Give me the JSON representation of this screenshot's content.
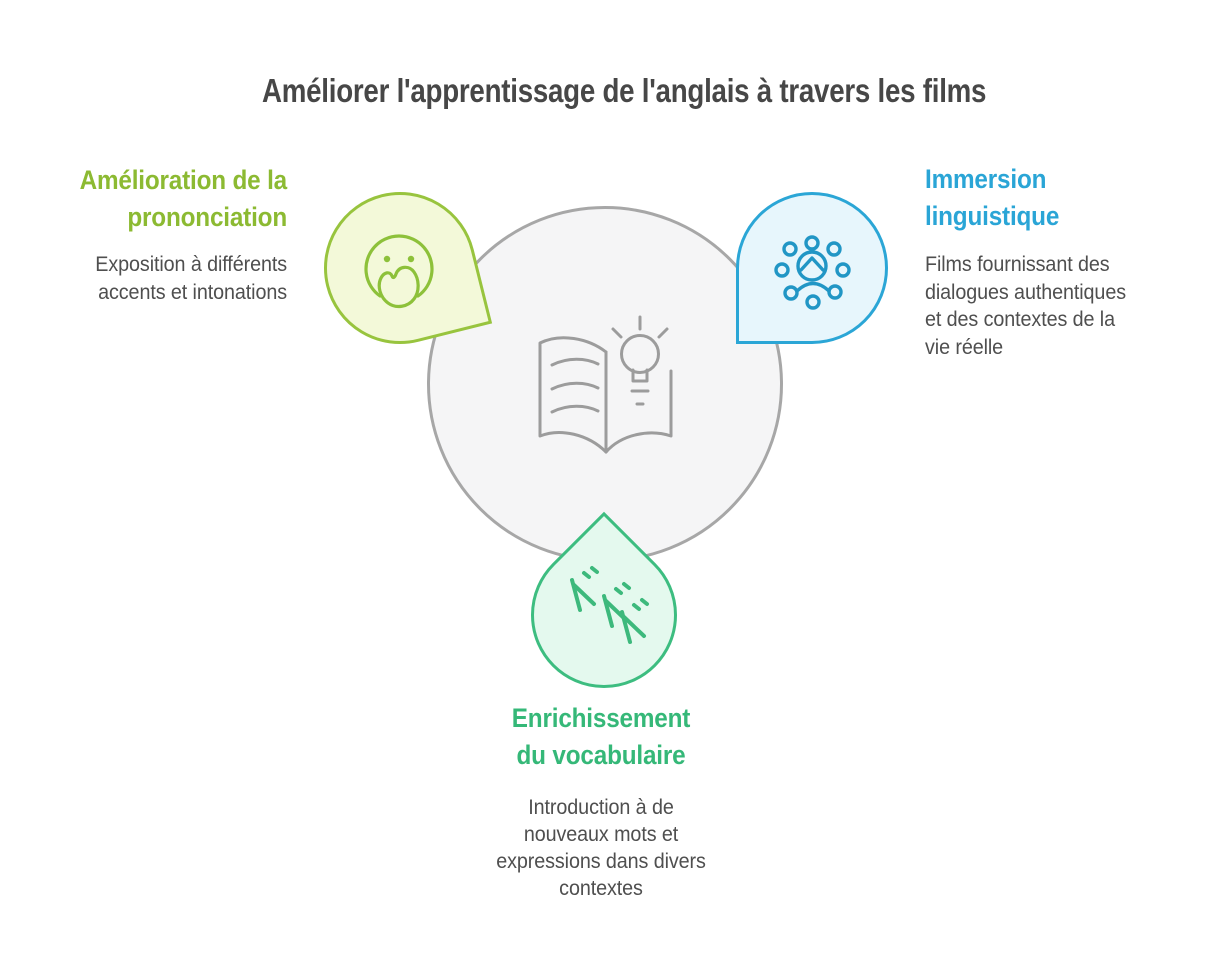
{
  "title": "Améliorer l'apprentissage de l'anglais à travers les films",
  "center": {
    "icon": "open-book-lightbulb-icon"
  },
  "sections": [
    {
      "id": "pronunciation",
      "heading_lines": [
        "Amélioration de la",
        "prononciation"
      ],
      "body_lines": [
        "Exposition à différents",
        "accents et intonations"
      ],
      "icon": "surprised-face-icon",
      "accent": "#8cba32",
      "bubble_fill": "#f3f9d9",
      "bubble_stroke": "#98c43e"
    },
    {
      "id": "immersion",
      "heading_lines": [
        "Immersion",
        "linguistique"
      ],
      "body_lines": [
        "Films fournissant des",
        "dialogues authentiques",
        "et des contextes de la",
        "vie réelle"
      ],
      "icon": "person-surrounded-by-dots-icon",
      "accent": "#2aa5d6",
      "bubble_fill": "#e7f6fc",
      "bubble_stroke": "#2ba6d6"
    },
    {
      "id": "vocabulary",
      "heading_lines": [
        "Enrichissement",
        "du vocabulaire"
      ],
      "body_lines": [
        "Introduction à de",
        "nouveaux mots et",
        "expressions dans divers",
        "contextes"
      ],
      "icon": "katakana-sound-icon",
      "katakana_text": "ドドド",
      "accent": "#35b878",
      "bubble_fill": "#e4f9ee",
      "bubble_stroke": "#3dbd80"
    }
  ],
  "colors": {
    "title_text": "#474747",
    "body_text": "#4f4f4f",
    "center_circle_fill": "#f5f5f6",
    "center_circle_stroke": "#a7a7a7",
    "center_icon": "#9c9c9c",
    "pronunciation_icon": "#8dc13a",
    "immersion_icon": "#2196c5",
    "vocabulary_icon": "#3db97c"
  }
}
